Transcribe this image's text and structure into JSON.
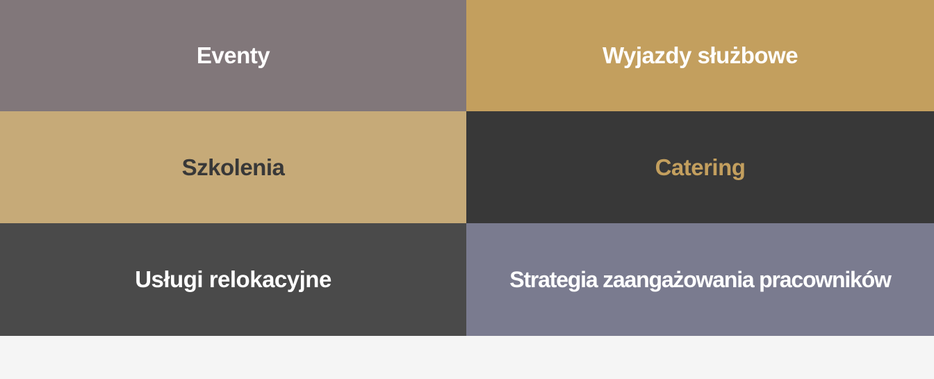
{
  "tiles": [
    {
      "label": "Eventy",
      "background": "#81777a",
      "text_color": "#ffffff"
    },
    {
      "label": "Wyjazdy służbowe",
      "background": "#c39f5e",
      "text_color": "#ffffff"
    },
    {
      "label": "Szkolenia",
      "background": "#c6aa78",
      "text_color": "#383838"
    },
    {
      "label": "Catering",
      "background": "#383838",
      "text_color": "#c39f5e"
    },
    {
      "label": "Usługi relokacyjne",
      "background": "#4a4a4a",
      "text_color": "#ffffff"
    },
    {
      "label": "Strategia zaangażowania pracowników",
      "background": "#7a7b8f",
      "text_color": "#ffffff"
    }
  ]
}
